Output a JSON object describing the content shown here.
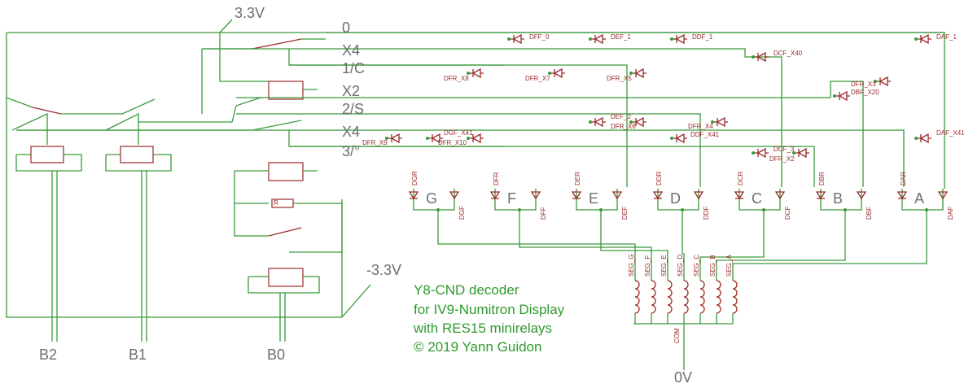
{
  "supply": {
    "vplus": "3.3V",
    "vminus": "-3.3V",
    "ground": "0V"
  },
  "inputs": [
    "B2",
    "B1",
    "B0"
  ],
  "rails": [
    "0",
    "X4",
    "1/C",
    "X2",
    "2/S",
    "X4",
    "3/°"
  ],
  "segments": [
    "G",
    "F",
    "E",
    "D",
    "C",
    "B",
    "A"
  ],
  "rise_diodes": [
    "DGR",
    "DFR",
    "DER",
    "DDR",
    "DCR",
    "DBR",
    "DAR"
  ],
  "fall_diodes": [
    "DGF",
    "DFF",
    "DEF",
    "DDF",
    "DCF",
    "DBF",
    "DAF"
  ],
  "matrix_diodes": [
    "DFF_0",
    "DEF_1",
    "DDF_1",
    "DAF_1",
    "DCF_X40",
    "DFR_X8",
    "DFR_X7",
    "DFR_X5",
    "DFR_X3",
    "DBF_X20",
    "DEF_2",
    "DFR_X6",
    "DFR_X4",
    "DDF_X41",
    "DAF_X41",
    "DFR_X9",
    "DGF_X41",
    "DFR_X10",
    "DCF_3",
    "DFR_X2"
  ],
  "resistor": "R",
  "coil_labels": [
    "SEG_G",
    "SEG_F",
    "SEG_E",
    "SEG_D",
    "SEG_C",
    "SEG_B",
    "SEG_A"
  ],
  "common": "COM",
  "caption": {
    "line1": "Y8-CND decoder",
    "line2": "for IV9-Numitron Display",
    "line3": "with RES15 minirelays",
    "line4": "© 2019 Yann Guidon"
  }
}
